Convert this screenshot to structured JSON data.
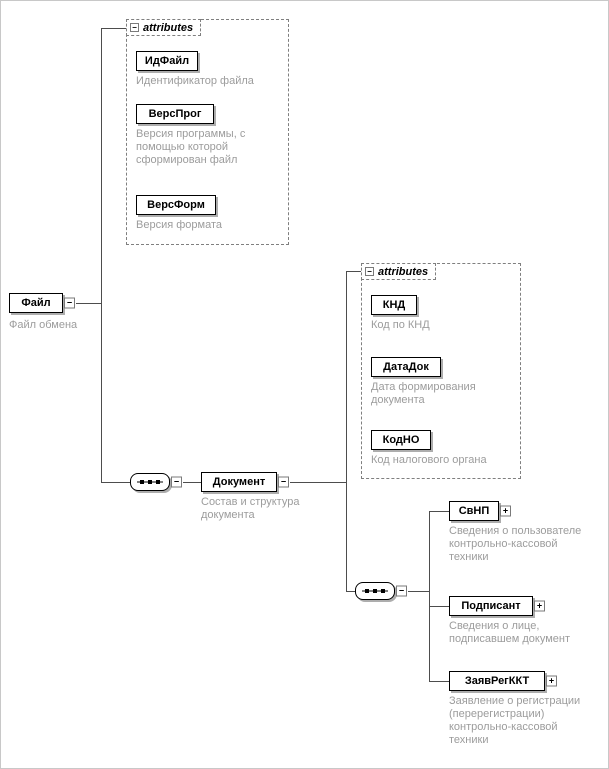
{
  "icons": {
    "collapse": "−",
    "expand": "+"
  },
  "attributes_label": "attributes",
  "file": {
    "name": "Файл",
    "desc": "Файл обмена"
  },
  "file_attributes": {
    "items": [
      {
        "name": "ИдФайл",
        "desc": "Идентификатор файла"
      },
      {
        "name": "ВерсПрог",
        "desc": "Версия программы, с помощью которой сформирован файл"
      },
      {
        "name": "ВерсФорм",
        "desc": "Версия формата"
      }
    ]
  },
  "document": {
    "name": "Документ",
    "desc": "Состав и структура документа"
  },
  "document_attributes": {
    "items": [
      {
        "name": "КНД",
        "desc": "Код по КНД"
      },
      {
        "name": "ДатаДок",
        "desc": "Дата формирования документа"
      },
      {
        "name": "КодНО",
        "desc": "Код налогового органа"
      }
    ]
  },
  "document_children": [
    {
      "name": "СвНП",
      "desc": "Сведения о пользователе контрольно-кассовой техники"
    },
    {
      "name": "Подписант",
      "desc": "Сведения о лице, подписавшем документ"
    },
    {
      "name": "ЗаявРегККТ",
      "desc": "Заявление о регистрации (перерегистрации) контрольно-кассовой техники"
    }
  ]
}
